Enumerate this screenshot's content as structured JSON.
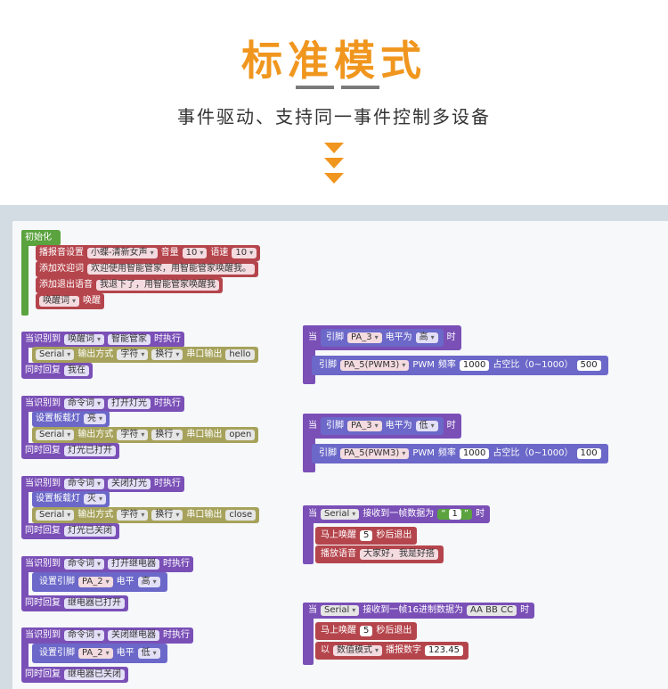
{
  "header": {
    "title": "标准模式",
    "subtitle": "事件驱动、支持同一事件控制多设备"
  },
  "colors": {
    "accent": "#f0961e",
    "workspace_bg": "#d4dce3"
  },
  "init_block": {
    "label": "初始化",
    "voice_setting": {
      "label": "播报音设置",
      "voice": "小蝶-清新女声",
      "volume_label": "音量",
      "volume": "10",
      "speed_label": "语速",
      "speed": "10"
    },
    "welcome": {
      "label": "添加欢迎词",
      "value": "欢迎使用智能管家，用智能管家唤醒我。"
    },
    "exit": {
      "label": "添加退出语音",
      "value": "我退下了，用智能管家唤醒我"
    },
    "wakeword": {
      "value": "唤醒词",
      "text": "唤醒"
    }
  },
  "events": [
    {
      "when": "当识别到",
      "type": "唤醒词",
      "phrase": "智能管家",
      "do": "时执行",
      "serial": {
        "port": "Serial",
        "out_label": "输出方式",
        "mode": "字符",
        "wrap": "换行",
        "print": "串口输出",
        "value": "hello"
      },
      "reply_label": "同时回复",
      "reply": "我在"
    },
    {
      "when": "当识别到",
      "type": "命令词",
      "phrase": "打开灯光",
      "do": "时执行",
      "light": {
        "label": "设置板载灯",
        "value": "亮"
      },
      "serial": {
        "port": "Serial",
        "out_label": "输出方式",
        "mode": "字符",
        "wrap": "换行",
        "print": "串口输出",
        "value": "open"
      },
      "reply_label": "同时回复",
      "reply": "灯光已打开"
    },
    {
      "when": "当识别到",
      "type": "命令词",
      "phrase": "关闭灯光",
      "do": "时执行",
      "light": {
        "label": "设置板载灯",
        "value": "灭"
      },
      "serial": {
        "port": "Serial",
        "out_label": "输出方式",
        "mode": "字符",
        "wrap": "换行",
        "print": "串口输出",
        "value": "close"
      },
      "reply_label": "同时回复",
      "reply": "灯光已关闭"
    },
    {
      "when": "当识别到",
      "type": "命令词",
      "phrase": "打开继电器",
      "do": "时执行",
      "pin": {
        "label": "设置引脚",
        "pin": "PA_2",
        "level_label": "电平",
        "level": "高"
      },
      "reply_label": "同时回复",
      "reply": "继电器已打开"
    },
    {
      "when": "当识别到",
      "type": "命令词",
      "phrase": "关闭继电器",
      "do": "时执行",
      "pin": {
        "label": "设置引脚",
        "pin": "PA_2",
        "level_label": "电平",
        "level": "低"
      },
      "reply_label": "同时回复",
      "reply": "继电器已关闭"
    }
  ],
  "conditions": [
    {
      "when": "当",
      "pin_label": "引脚",
      "pin": "PA_3",
      "level_label": "电平为",
      "level": "高",
      "then": "时",
      "pwm": {
        "pin_label": "引脚",
        "pin": "PA_5(PWM3)",
        "pwm": "PWM",
        "freq_label": "频率",
        "freq": "1000",
        "duty_label": "占空比（0~1000）",
        "duty": "500"
      }
    },
    {
      "when": "当",
      "pin_label": "引脚",
      "pin": "PA_3",
      "level_label": "电平为",
      "level": "低",
      "then": "时",
      "pwm": {
        "pin_label": "引脚",
        "pin": "PA_5(PWM3)",
        "pwm": "PWM",
        "freq_label": "频率",
        "freq": "1000",
        "duty_label": "占空比（0~1000）",
        "duty": "100"
      }
    }
  ],
  "serial_events": [
    {
      "when": "当",
      "port": "Serial",
      "recv": "接收到一帧数据为",
      "quote_l": "“",
      "data": "1",
      "quote_r": "”",
      "then": "时",
      "wake": {
        "label": "马上唤醒",
        "secs": "5",
        "after": "秒后退出"
      },
      "say": {
        "label": "播放语音",
        "value": "大家好，我是好搭"
      }
    },
    {
      "when": "当",
      "port": "Serial",
      "recv": "接收到一帧16进制数据为",
      "data": "AA BB CC",
      "then": "时",
      "wake": {
        "label": "马上唤醒",
        "secs": "5",
        "after": "秒后退出"
      },
      "num": {
        "label": "以",
        "mode": "数值模式",
        "broadcast": "播报数字",
        "value": "123.45"
      }
    }
  ]
}
